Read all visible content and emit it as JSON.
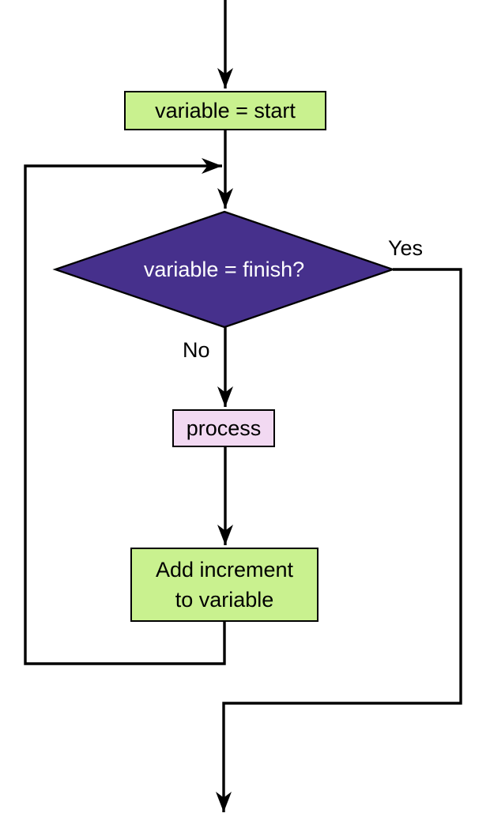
{
  "diagram": {
    "type": "flowchart",
    "colors": {
      "line": "#000000",
      "border": "#000000",
      "block_fill": "#c9f18f",
      "decision_fill": "#46308c",
      "process_fill": "#f2d9f2",
      "decision_text": "#ffffff",
      "text": "#000000",
      "background": "#ffffff"
    },
    "nodes": {
      "start": {
        "shape": "rectangle",
        "label": "variable = start"
      },
      "decision": {
        "shape": "diamond",
        "label": "variable = finish?"
      },
      "process": {
        "shape": "rectangle",
        "label": "process"
      },
      "increment": {
        "shape": "rectangle",
        "lines": [
          "Add increment",
          "to variable"
        ]
      }
    },
    "edge_labels": {
      "yes": "Yes",
      "no": "No"
    }
  }
}
